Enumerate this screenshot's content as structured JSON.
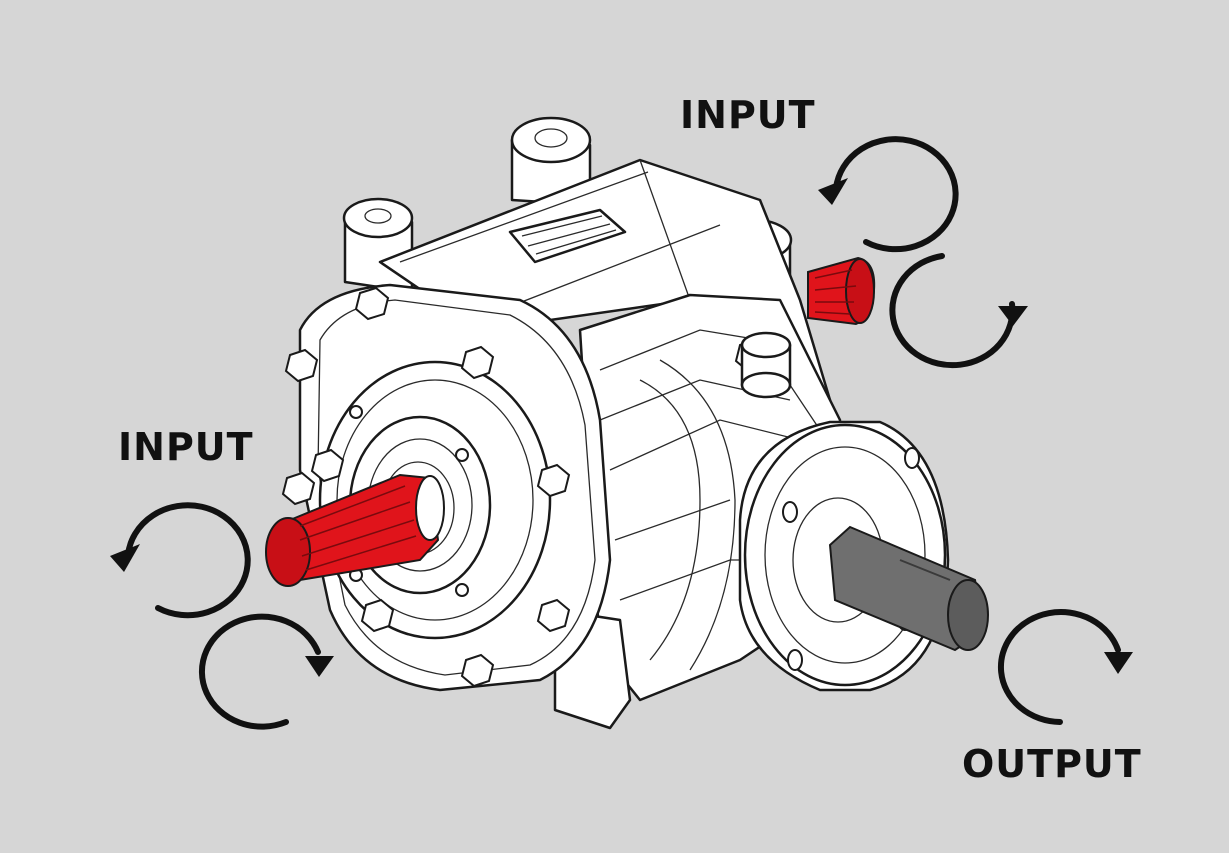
{
  "labels": {
    "input_top": "INPUT",
    "input_left": "INPUT",
    "output": "OUTPUT"
  },
  "colors": {
    "background": "#d6d6d6",
    "input_shaft": "#e0141b",
    "output_shaft": "#6f6f6f",
    "body": "#ffffff",
    "outline": "#1a1a1a"
  },
  "icons": {
    "rotation_arrows": [
      "rotation-ccw-icon",
      "rotation-cw-icon"
    ]
  }
}
